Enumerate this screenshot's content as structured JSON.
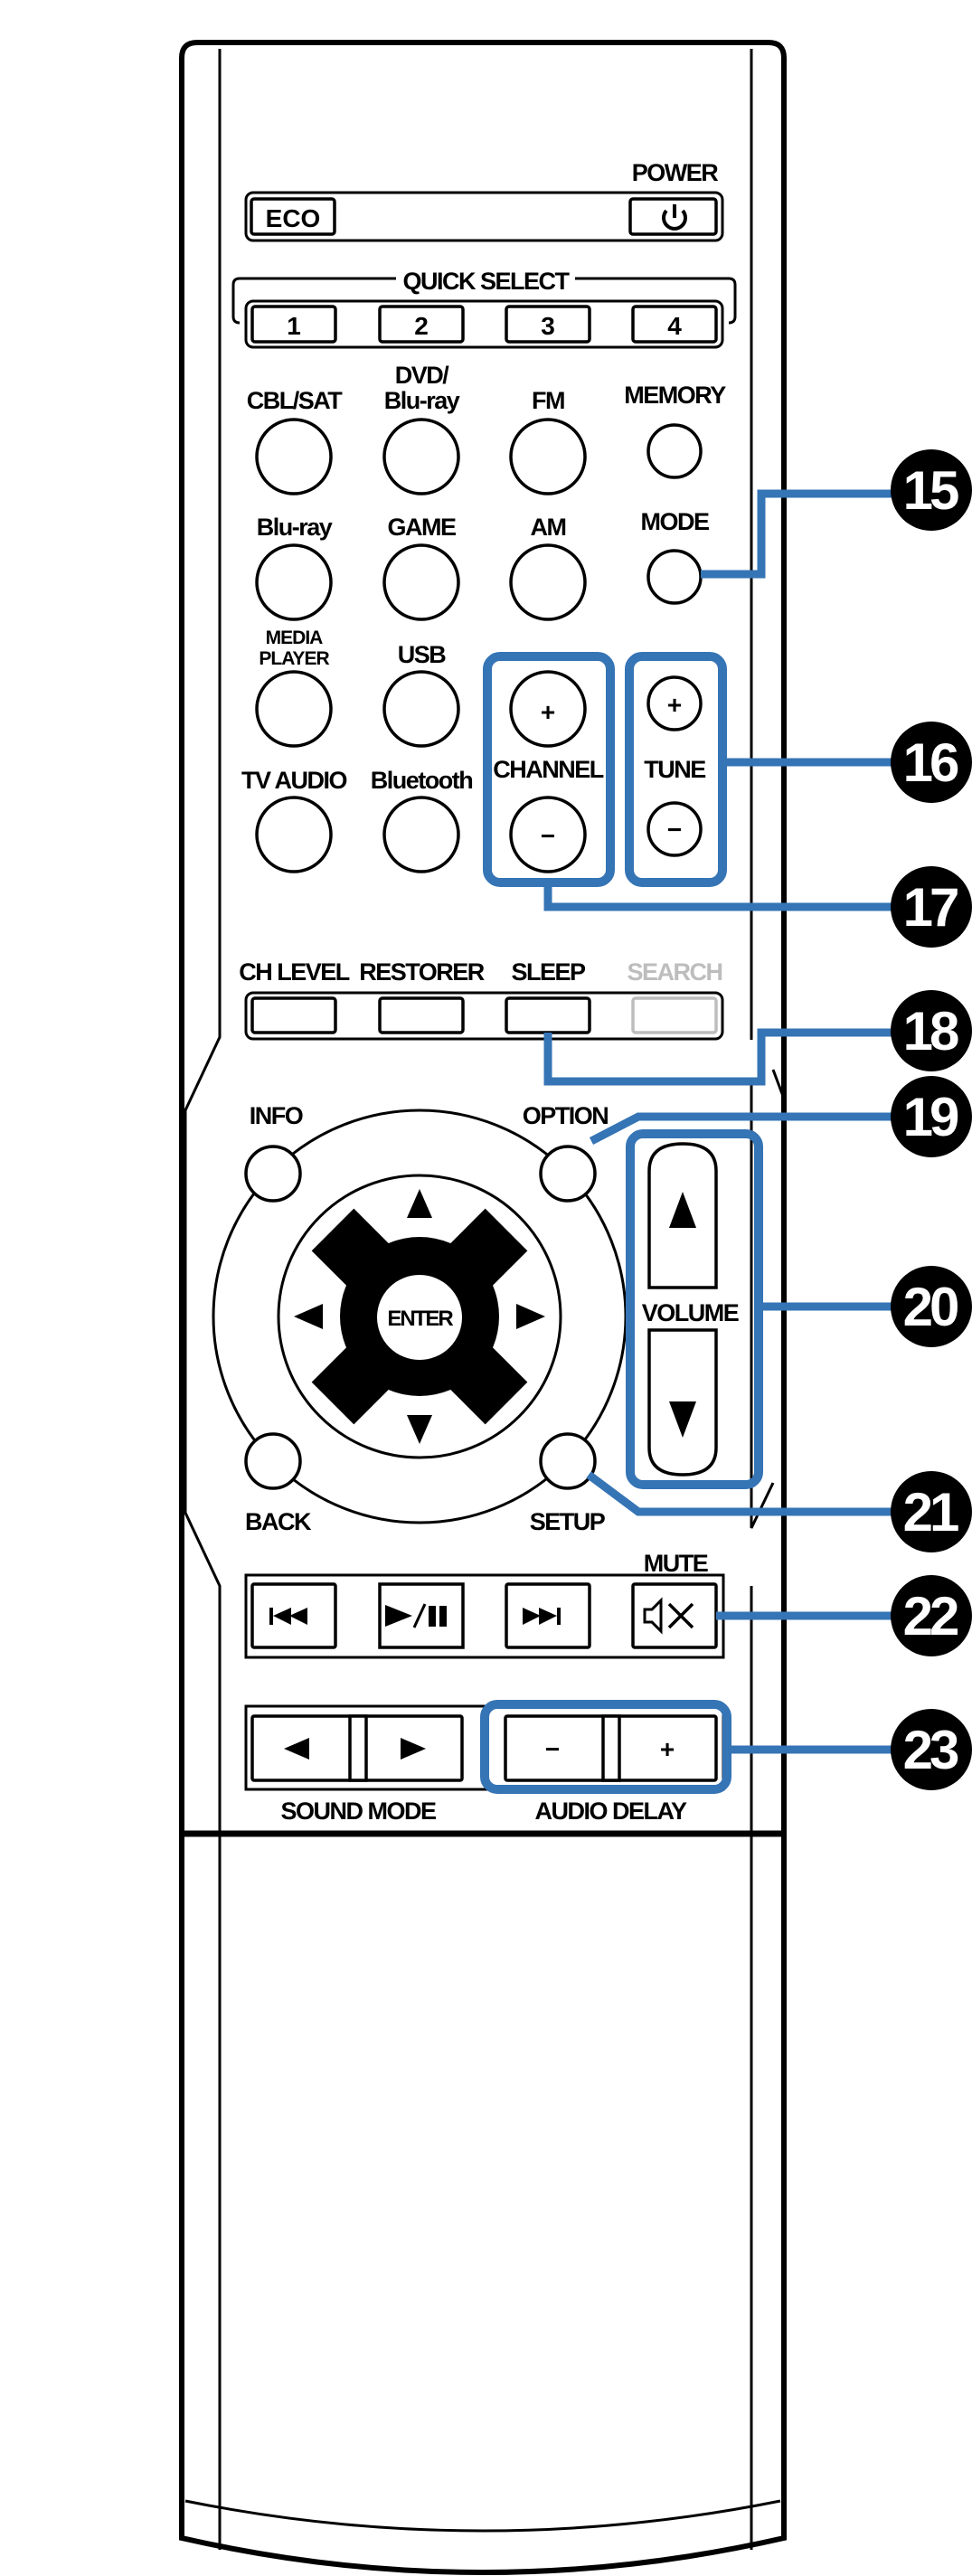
{
  "remote": {
    "power_label": "POWER",
    "eco_label": "ECO",
    "quick_select_label": "QUICK SELECT",
    "quick_select_buttons": [
      "1",
      "2",
      "3",
      "4"
    ],
    "source_rows": [
      [
        "CBL/SAT",
        "DVD/",
        "Blu-ray",
        "FM",
        "MEMORY"
      ],
      [
        "Blu-ray",
        "GAME",
        "AM",
        "MODE"
      ],
      [
        "MEDIA",
        "PLAYER",
        "USB"
      ],
      [
        "TV AUDIO",
        "Bluetooth"
      ]
    ],
    "channel_label": "CHANNEL",
    "tune_label": "TUNE",
    "plus": "+",
    "minus": "−",
    "function_labels": [
      "CH LEVEL",
      "RESTORER",
      "SLEEP",
      "SEARCH"
    ],
    "info_label": "INFO",
    "option_label": "OPTION",
    "back_label": "BACK",
    "setup_label": "SETUP",
    "enter_label": "ENTER",
    "volume_label": "VOLUME",
    "mute_label": "MUTE",
    "sound_mode_label": "SOUND MODE",
    "audio_delay_label": "AUDIO DELAY"
  },
  "callouts": [
    "15",
    "16",
    "17",
    "18",
    "19",
    "20",
    "21",
    "22",
    "23"
  ],
  "colors": {
    "highlight": "#3574b5",
    "disabled": "#bdbdbd"
  }
}
